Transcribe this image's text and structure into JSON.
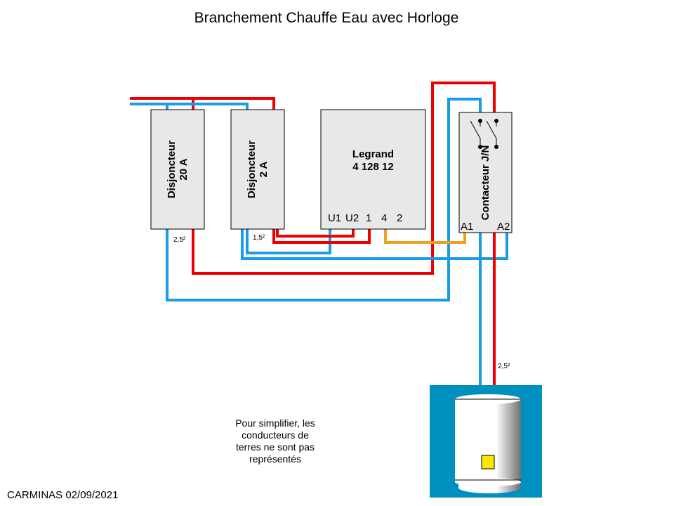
{
  "title": "Branchement Chauffe Eau avec Horloge",
  "components": {
    "breaker_20a": {
      "line1": "Disjoncteur",
      "line2": "20 A",
      "wire_gauge": "2,5²"
    },
    "breaker_2a": {
      "line1": "Disjoncteur",
      "line2": "2 A",
      "wire_gauge": "1,5²"
    },
    "timer": {
      "line1": "Legrand",
      "line2": "4 128 12",
      "terminals": [
        "U1",
        "U2",
        "1",
        "4",
        "2"
      ]
    },
    "contactor": {
      "label": "Contacteur J/N",
      "terminal_a1": "A1",
      "terminal_a2": "A2"
    },
    "water_heater": {
      "wire_gauge": "2,5²"
    }
  },
  "note": [
    "Pour simplifier, les",
    "conducteurs de",
    "terres ne sont pas",
    "représentés"
  ],
  "footer": "CARMINAS 02/09/2021",
  "colors": {
    "phase": "#ee0000",
    "neutral": "#1a9be6",
    "control": "#f0a020",
    "box_fill": "#e8e8e8",
    "heater_bg": "#0090c0",
    "indicator": "#ffe800"
  }
}
